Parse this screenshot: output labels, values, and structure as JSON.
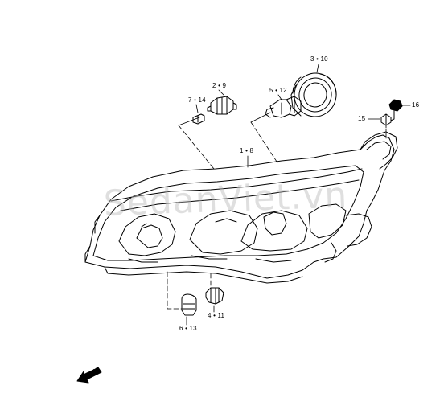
{
  "diagram": {
    "watermark": "SedanViet.vn",
    "forward_indicator": "FWD",
    "callouts": {
      "headlamp_assembly": "1 • 8",
      "bulb_socket_upper": "2 • 9",
      "dust_cover": "3 • 10",
      "bulb_socket_lower": "4 • 11",
      "main_bulb": "5 • 12",
      "turn_signal_bulb": "6 • 13",
      "small_bulb": "7 • 14",
      "screw_left": "15",
      "screw_right": "16"
    }
  }
}
